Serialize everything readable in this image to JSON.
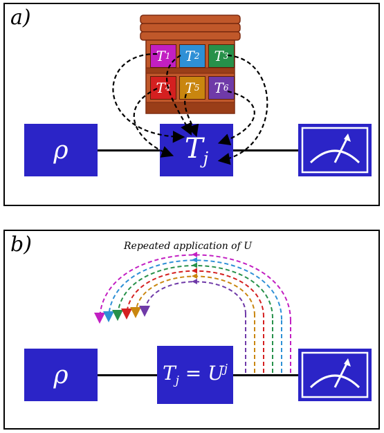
{
  "panel_a": {
    "label": "a)",
    "input_state": "ρ",
    "gate": {
      "main": "T",
      "sub": "j"
    },
    "tiles": [
      {
        "main": "T",
        "sub": "1",
        "color": "#c21fc2"
      },
      {
        "main": "T",
        "sub": "2",
        "color": "#2e90d6"
      },
      {
        "main": "T",
        "sub": "3",
        "color": "#27914a"
      },
      {
        "main": "T",
        "sub": "4",
        "color": "#d42020"
      },
      {
        "main": "T",
        "sub": "5",
        "color": "#c9860f"
      },
      {
        "main": "T",
        "sub": "6",
        "color": "#6f3aa8"
      }
    ]
  },
  "panel_b": {
    "label": "b)",
    "caption": "Repeated application of U",
    "input_state": "ρ",
    "gate": {
      "lhs": "T",
      "lhs_sub": "j",
      "eq": " = U",
      "exp": "j"
    },
    "loop_colors": [
      "#c21fc2",
      "#2e90d6",
      "#27914a",
      "#d42020",
      "#c9860f",
      "#6f3aa8"
    ]
  },
  "colors": {
    "box": "#2b24c7",
    "wood": "#c0582a",
    "wood_dark": "#7a2a10"
  }
}
